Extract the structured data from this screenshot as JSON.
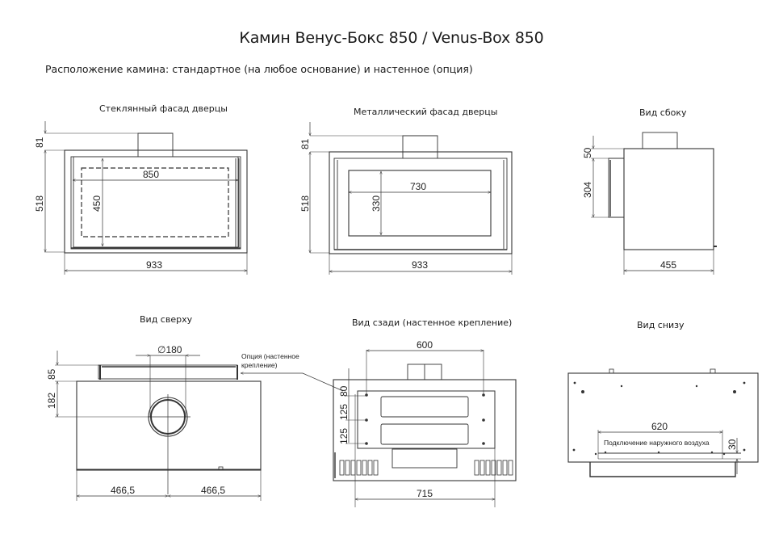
{
  "header": {
    "title": "Камин Венус-Бокс 850 / Venus-Box 850",
    "subtitle": "Расположение камина: стандартное (на любое основание) и настенное (опция)"
  },
  "views": {
    "glass_front": {
      "caption": "Стеклянный фасад дверцы",
      "dims": {
        "flue_height": "81",
        "height": "518",
        "glass_width": "850",
        "glass_height": "450",
        "width": "933"
      }
    },
    "metal_front": {
      "caption": "Металлический фасад дверцы",
      "dims": {
        "flue_height": "81",
        "height": "518",
        "window_width": "730",
        "window_height": "330",
        "width": "933"
      }
    },
    "side": {
      "caption": "Вид сбоку",
      "dims": {
        "top_offset": "50",
        "door_height": "304",
        "depth": "455"
      }
    },
    "top": {
      "caption": "Вид сверху",
      "dims": {
        "flue_diameter": "∅180",
        "bracket_depth": "85",
        "flue_offset": "182",
        "half_width_left": "466,5",
        "half_width_right": "466,5"
      },
      "callout": "Опция (настенное крепление)",
      "callout_line1": "Опция (настенное",
      "callout_line2": "крепление)"
    },
    "rear": {
      "caption": "Вид сзади (настенное крепление)",
      "dims": {
        "hole_spacing": "600",
        "top_offset": "80",
        "row_spacing_1": "125",
        "row_spacing_2": "125",
        "bracket_width": "715"
      }
    },
    "bottom": {
      "caption": "Вид снизу",
      "dims": {
        "inlet_width": "620",
        "inlet_depth": "30"
      },
      "inlet_label": "Подключение наружного воздуха"
    }
  }
}
